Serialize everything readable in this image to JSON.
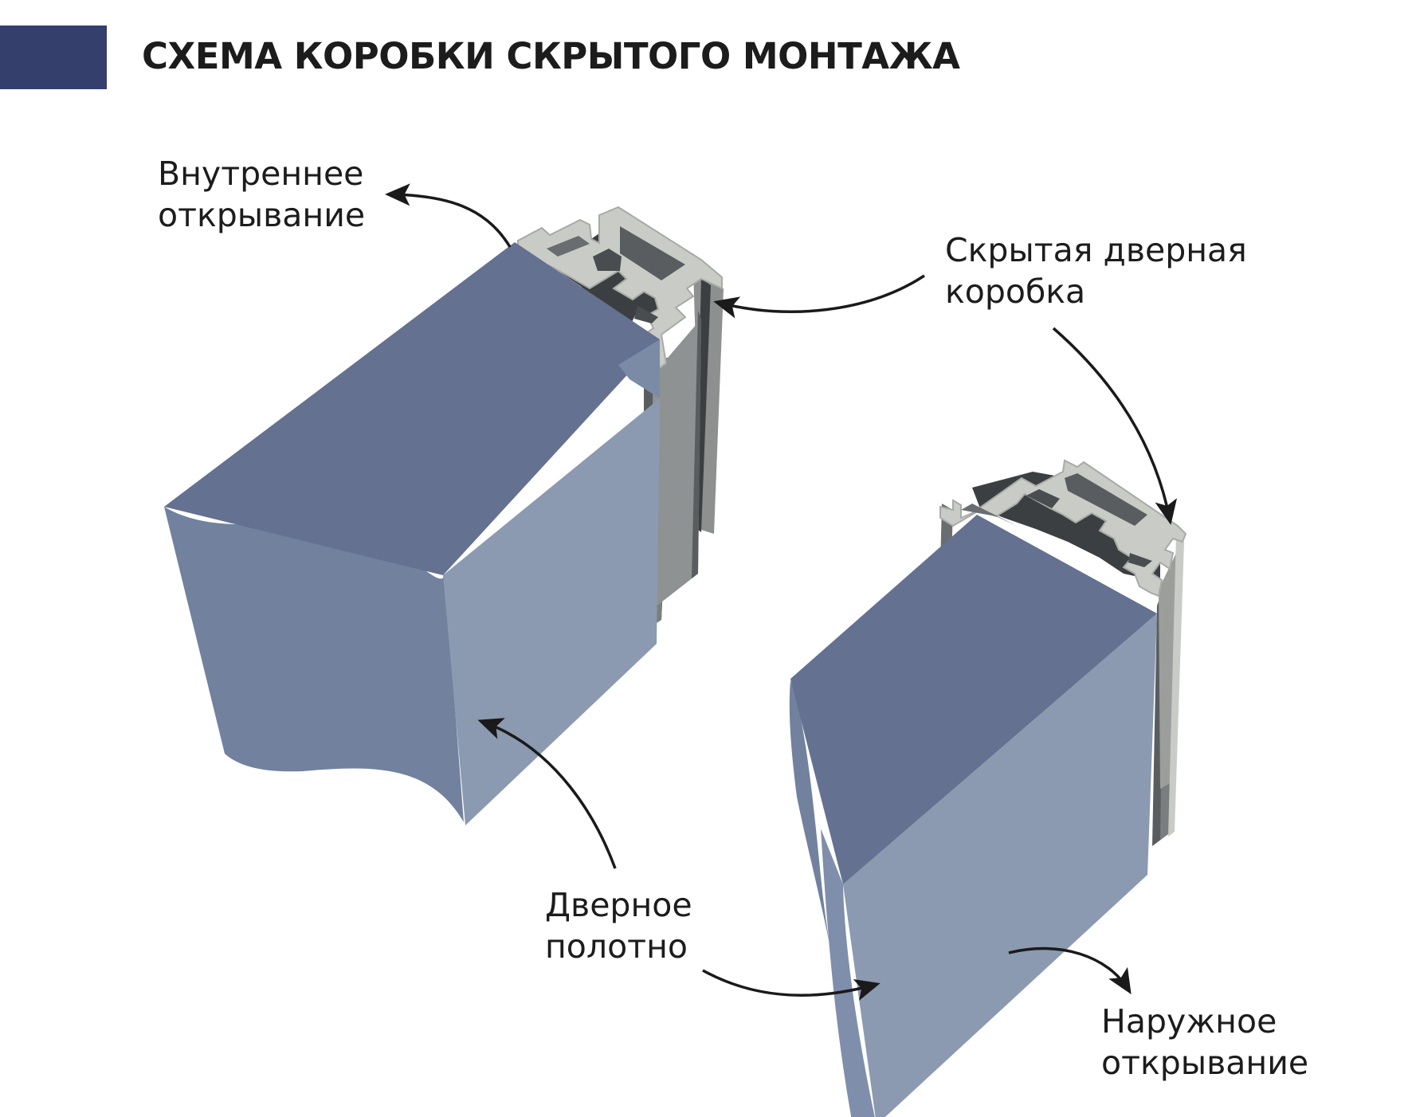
{
  "title": "СХЕМА КОРОБКИ СКРЫТОГО МОНТАЖА",
  "labels": {
    "inner_opening": [
      "Внутреннее",
      "открывание"
    ],
    "hidden_frame": [
      "Скрытая дверная",
      "коробка"
    ],
    "door_leaf": [
      "Дверное",
      "полотно"
    ],
    "outer_opening": [
      "Наружное",
      "открывание"
    ]
  },
  "colors": {
    "header_bar": "#34406b",
    "leaf_top": "#647190",
    "leaf_left": "#71819e",
    "leaf_front": "#8b9ab0",
    "profile_light": "#c9cbc7",
    "profile_mid": "#9c9e9c",
    "profile_dark": "#5a5d5f",
    "profile_shadow": "#3c3f42",
    "arrow": "#1a1a1a"
  }
}
